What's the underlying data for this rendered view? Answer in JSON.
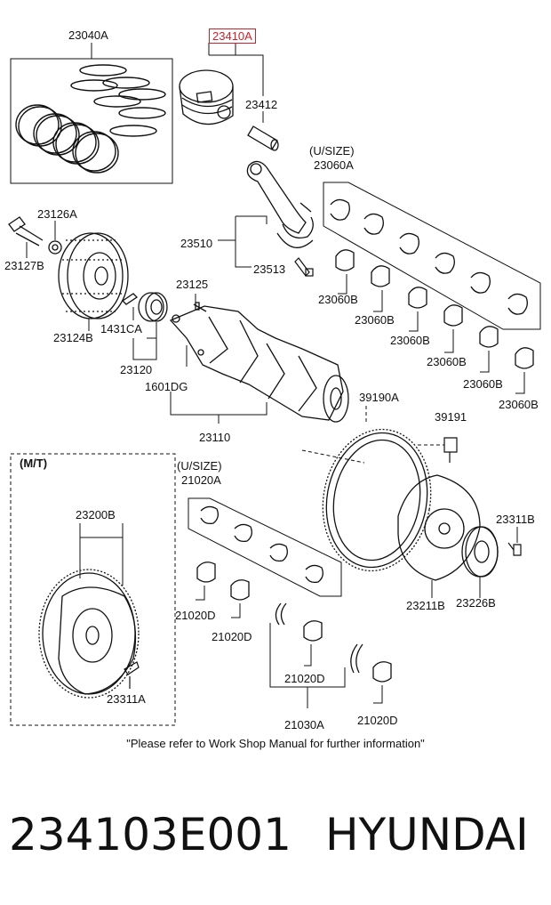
{
  "labels": {
    "p23040A": "23040A",
    "p23410A": "23410A",
    "p23412": "23412",
    "usize1": "(U/SIZE)",
    "p23060A": "23060A",
    "p23126A": "23126A",
    "p23127B": "23127B",
    "p23510": "23510",
    "p23513": "23513",
    "p23125": "23125",
    "p1431CA": "1431CA",
    "p23124B": "23124B",
    "p23120": "23120",
    "p1601DG": "1601DG",
    "p23060B_1": "23060B",
    "p23060B_2": "23060B",
    "p23060B_3": "23060B",
    "p23060B_4": "23060B",
    "p23060B_5": "23060B",
    "p23060B_6": "23060B",
    "p23110": "23110",
    "p39190A": "39190A",
    "p39191": "39191",
    "mt": "(M/T)",
    "usize2": "(U/SIZE)",
    "p21020A": "21020A",
    "p23200B": "23200B",
    "p23311B": "23311B",
    "p21020D_1": "21020D",
    "p21020D_2": "21020D",
    "p23211B": "23211B",
    "p23226B": "23226B",
    "p21020D_3": "21020D",
    "p23311A": "23311A",
    "p21030A": "21030A",
    "p21020D_4": "21020D"
  },
  "note": "\"Please refer to Work Shop Manual for further information\"",
  "part_number": "234103E001",
  "brand": "HYUNDAI",
  "highlight_color": "#d0202a"
}
